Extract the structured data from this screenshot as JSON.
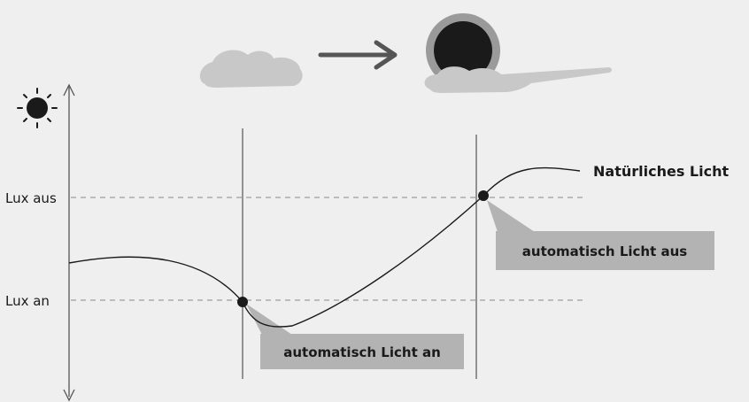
{
  "axis": {
    "lux_off_label": "Lux aus",
    "lux_on_label": "Lux an"
  },
  "curve": {
    "label": "Natürliches Licht"
  },
  "callouts": {
    "light_on": "automatisch Licht an",
    "light_off": "automatisch Licht aus"
  },
  "colors": {
    "background": "#efeff0",
    "ink": "#1a1a1a",
    "cloud": "#c8c8c8",
    "callout_fill": "#b3b3b3",
    "dashed": "#8a8a8a",
    "arrow": "#555555"
  },
  "icons": {
    "top_left": "moon-behind-cloud-icon",
    "top_arrow": "arrow-right-icon",
    "top_right": "sun-behind-cloud-icon",
    "axis_top": "sun-icon",
    "axis_bottom": "crescent-moon-icon"
  }
}
